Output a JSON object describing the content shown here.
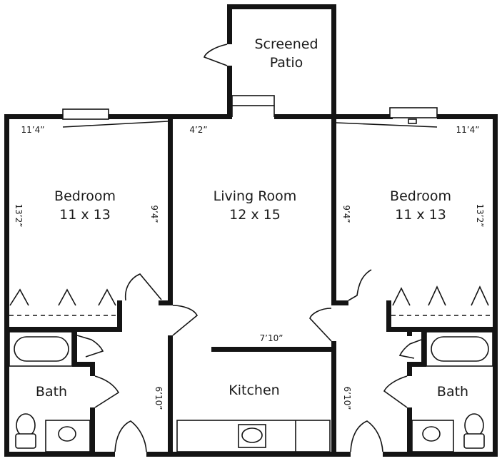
{
  "rooms": {
    "patio": {
      "line1": "Screened",
      "line2": "Patio"
    },
    "living": {
      "line1": "Living Room",
      "line2": "12 x 15"
    },
    "bedroom_left": {
      "line1": "Bedroom",
      "line2": "11 x 13"
    },
    "bedroom_right": {
      "line1": "Bedroom",
      "line2": "11 x 13"
    },
    "bath_left": "Bath",
    "bath_right": "Bath",
    "kitchen": "Kitchen"
  },
  "dimensions": {
    "bedroom_left_width": "11’4”",
    "bedroom_left_height": "13’2”",
    "bedroom_left_side": "9’4”",
    "living_top": "4’2”",
    "bedroom_right_width": "11’4”",
    "bedroom_right_height": "13’2”",
    "bedroom_right_side": "9’4”",
    "kitchen_width": "7’10”",
    "hall_left": "6’10”",
    "hall_right": "6’10”"
  }
}
